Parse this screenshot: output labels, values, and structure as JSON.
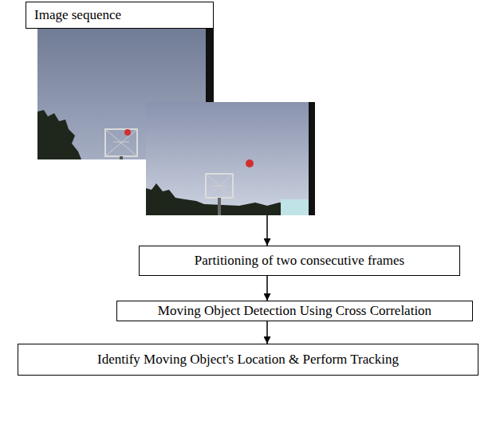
{
  "diagram": {
    "nodes": [
      {
        "text": [
          "Image sequence"
        ]
      },
      {
        "text": [
          "Partitioning of two consecutive frames"
        ]
      },
      {
        "text": [
          "Moving Object Detection Using Cross Correlation"
        ]
      },
      {
        "text": [
          "Identify Moving Object's Location & Perform Tracking"
        ]
      }
    ],
    "edges": [
      {
        "from": 0,
        "to": 1,
        "arrow": "to"
      },
      {
        "from": 1,
        "to": 2,
        "arrow": "to"
      },
      {
        "from": 2,
        "to": 3,
        "arrow": "to"
      }
    ]
  }
}
